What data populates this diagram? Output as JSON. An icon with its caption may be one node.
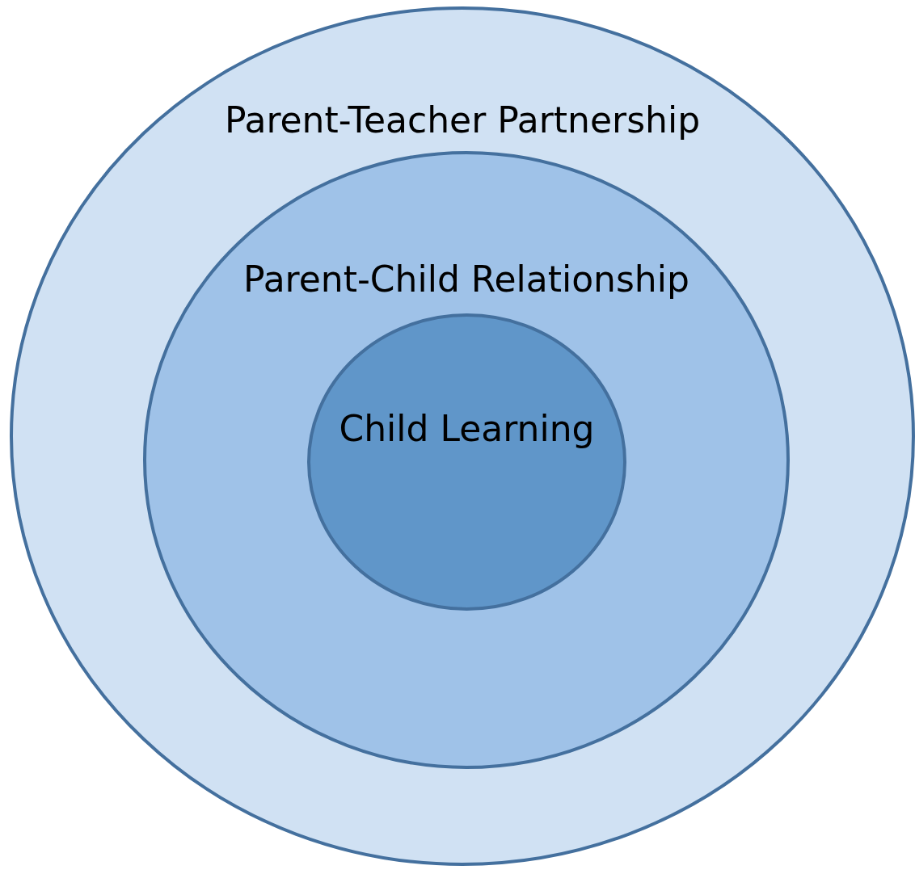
{
  "diagram": {
    "nodes": [
      {
        "text": [
          "Parent-Teacher Partnership"
        ]
      },
      {
        "text": [
          "Parent-Child Relationship"
        ],
        "in": 0
      },
      {
        "text": [
          "Child Learning"
        ],
        "in": 1
      }
    ]
  }
}
